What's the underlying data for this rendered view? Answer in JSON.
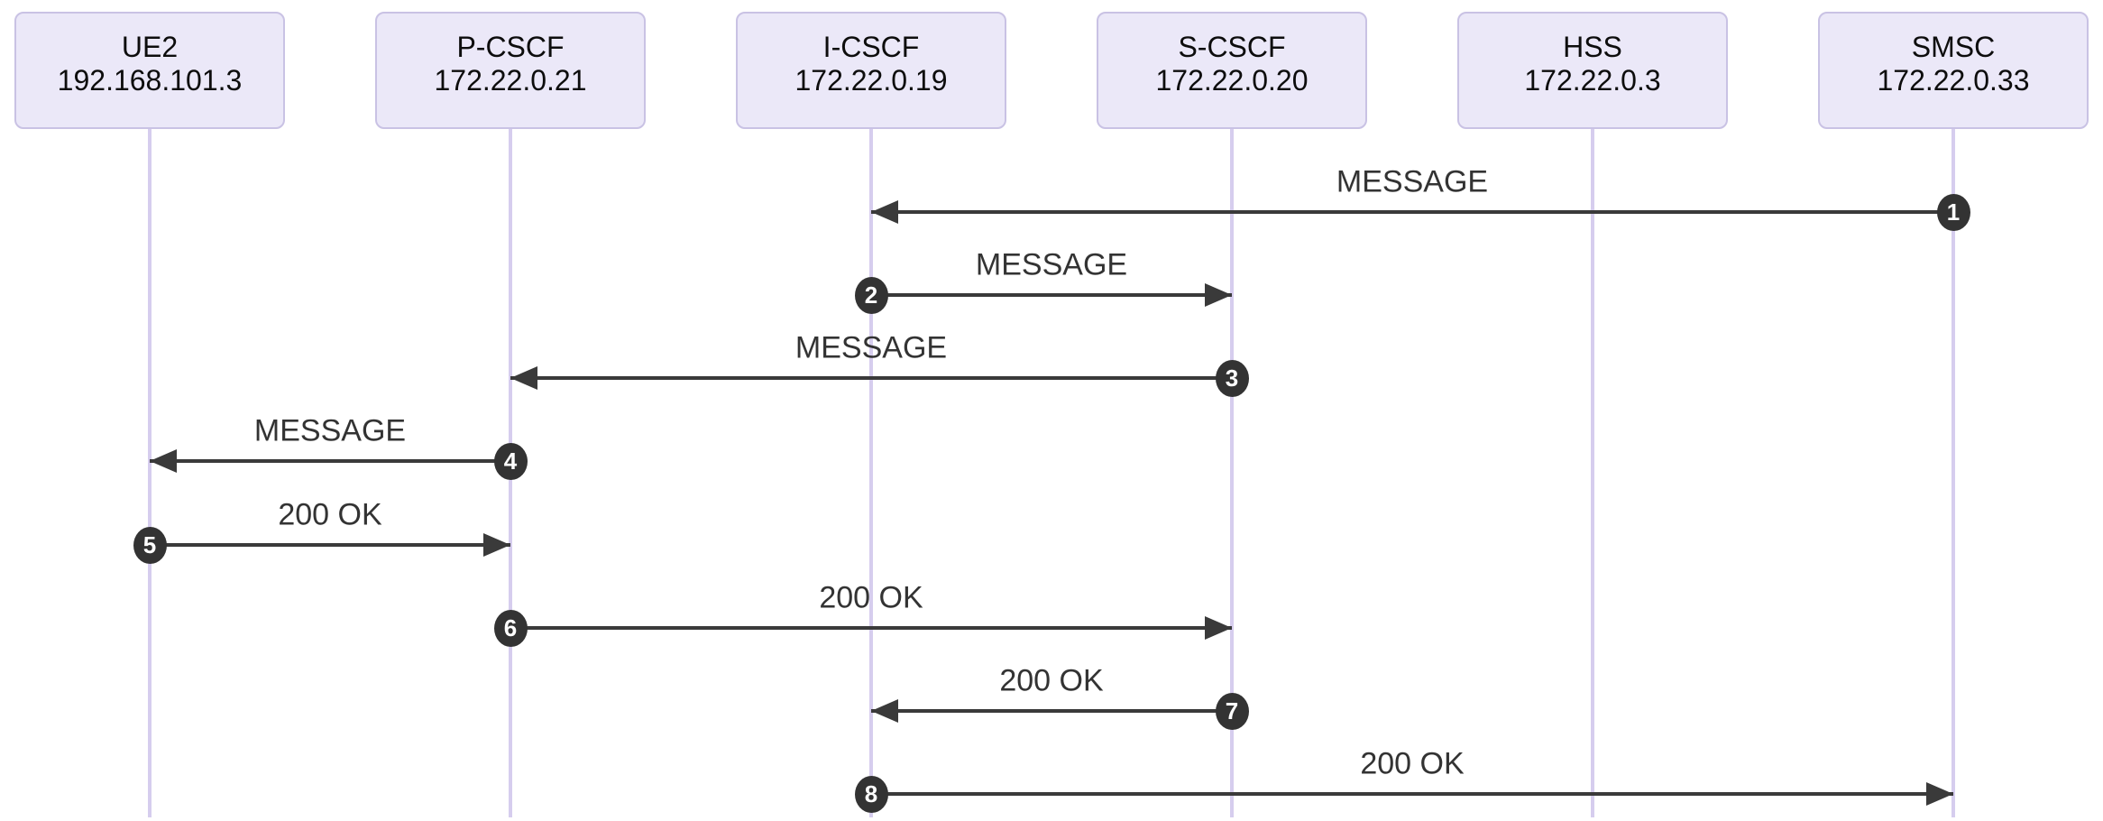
{
  "diagram": {
    "type": "sequence-diagram",
    "actors": [
      {
        "id": "ue2",
        "name": "UE2",
        "ip": "192.168.101.3"
      },
      {
        "id": "p-cscf",
        "name": "P-CSCF",
        "ip": "172.22.0.21"
      },
      {
        "id": "i-cscf",
        "name": "I-CSCF",
        "ip": "172.22.0.19"
      },
      {
        "id": "s-cscf",
        "name": "S-CSCF",
        "ip": "172.22.0.20"
      },
      {
        "id": "hss",
        "name": "HSS",
        "ip": "172.22.0.3"
      },
      {
        "id": "smsc",
        "name": "SMSC",
        "ip": "172.22.0.33"
      }
    ],
    "messages": [
      {
        "num": "1",
        "label": "MESSAGE",
        "from": "smsc",
        "to": "i-cscf"
      },
      {
        "num": "2",
        "label": "MESSAGE",
        "from": "i-cscf",
        "to": "s-cscf"
      },
      {
        "num": "3",
        "label": "MESSAGE",
        "from": "s-cscf",
        "to": "p-cscf"
      },
      {
        "num": "4",
        "label": "MESSAGE",
        "from": "p-cscf",
        "to": "ue2"
      },
      {
        "num": "5",
        "label": "200 OK",
        "from": "ue2",
        "to": "p-cscf"
      },
      {
        "num": "6",
        "label": "200 OK",
        "from": "p-cscf",
        "to": "s-cscf"
      },
      {
        "num": "7",
        "label": "200 OK",
        "from": "s-cscf",
        "to": "i-cscf"
      },
      {
        "num": "8",
        "label": "200 OK",
        "from": "i-cscf",
        "to": "smsc"
      }
    ],
    "colors": {
      "background": "#ffffff",
      "actor_fill": "#ebe8f8",
      "actor_border": "#c9c2e4",
      "lifeline": "#d6cdee",
      "arrow": "#3a3a3a",
      "badge_fill": "#333333",
      "badge_text": "#ffffff",
      "label_text": "#333333",
      "actor_text": "#0d0d0d"
    }
  }
}
